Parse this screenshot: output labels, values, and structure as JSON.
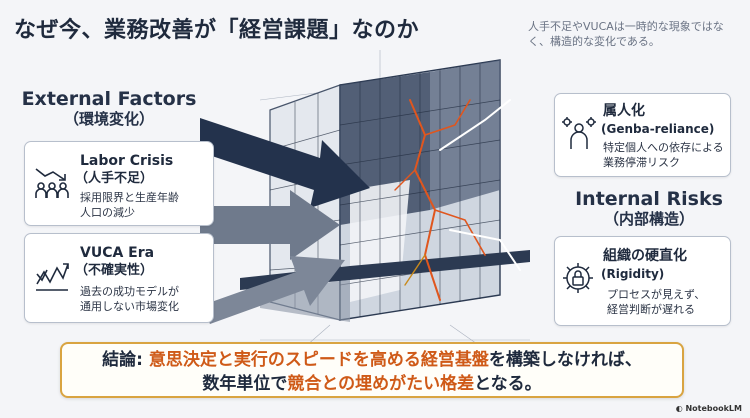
{
  "header": {
    "title": "なぜ今、業務改善が「経営課題」なのか",
    "subtitle": "人手不足やVUCAは一時的な現象ではなく、構造的な変化である。"
  },
  "external": {
    "heading_en": "External Factors",
    "heading_ja": "（環境変化）",
    "cards": [
      {
        "title": "Labor Crisis",
        "subtitle": "（人手不足）",
        "desc1": "採用限界と生産年齢",
        "desc2": "人口の減少"
      },
      {
        "title": "VUCA Era",
        "subtitle": "（不確実性）",
        "desc1": "過去の成功モデルが",
        "desc2": "通用しない市場変化"
      }
    ]
  },
  "internal": {
    "heading_en": "Internal Risks",
    "heading_ja": "（内部構造）",
    "cards": [
      {
        "title": "属人化",
        "subtitle": "(Genba-reliance)",
        "desc1": "特定個人への依存による",
        "desc2": "業務停滞リスク"
      },
      {
        "title": "組織の硬直化",
        "subtitle": "(Rigidity)",
        "desc1": "プロセスが見えず、",
        "desc2": "経営判断が遅れる"
      }
    ]
  },
  "conclusion": {
    "label": "結論: ",
    "p1": "意思決定と実行のスピードを高める経営基盤",
    "p2": "を構築しなければ、",
    "p3": "数年単位で",
    "p4": "競合との埋めがたい格差",
    "p5": "となる。"
  },
  "brand": "NotebookLM",
  "colors": {
    "navy": "#1f2a3d",
    "accent_orange": "#cf5a18",
    "gold_border": "#d9a441",
    "arrow_dark": "#23324c",
    "arrow_light": "#6f7a8c"
  }
}
